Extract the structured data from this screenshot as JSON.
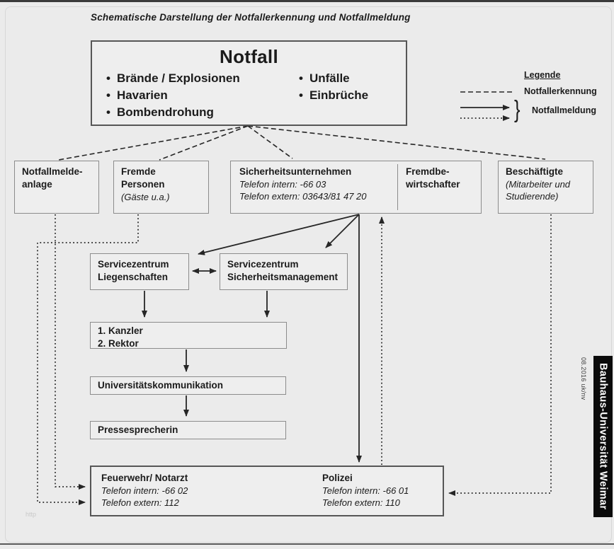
{
  "page": {
    "title": "Schematische Darstellung der Notfallerkennung und Notfallmeldung",
    "watermark": "http",
    "sidebar_note": "08.2016 uk/nv",
    "brand": "Bauhaus-Universität Weimar"
  },
  "notfall": {
    "title": "Notfall",
    "items_left": [
      "Brände / Explosionen",
      "Havarien",
      "Bombendrohung"
    ],
    "items_right": [
      "Unfälle",
      "Einbrüche"
    ]
  },
  "legend": {
    "title": "Legende",
    "dashed_label": "Notfallerkennung",
    "arrows_label": "Notfallmeldung",
    "brace": "}"
  },
  "sources": {
    "box1": {
      "line1": "Notfallmelde-",
      "line2": "anlage"
    },
    "box2": {
      "title": "Fremde Personen",
      "subtitle": "(Gäste u.a.)"
    },
    "box3": {
      "title": "Sicherheitsunternehmen",
      "phone_intern": "Telefon intern: -66 03",
      "phone_extern": "Telefon extern: 03643/81 47 20",
      "right_line1": "Fremdbe-",
      "right_line2": "wirtschafter"
    },
    "box4": {
      "title": "Beschäftigte",
      "sub1": "(Mitarbeiter und",
      "sub2": "Studierende)"
    }
  },
  "chain": {
    "sz1": {
      "line1": "Servicezentrum",
      "line2": "Liegenschaften"
    },
    "sz2": {
      "line1": "Servicezentrum",
      "line2": "Sicherheitsmanagement"
    },
    "leadership": {
      "line1": "1. Kanzler",
      "line2": "2. Rektor"
    },
    "communication": "Universitätskommunikation",
    "press": "Pressesprecherin"
  },
  "emergency": {
    "fire": {
      "title": "Feuerwehr/ Notarzt",
      "intern": "Telefon intern: -66 02",
      "extern": "Telefon extern: 112"
    },
    "police": {
      "title": "Polizei",
      "intern": "Telefon intern: -66 01",
      "extern": "Telefon extern: 110"
    }
  },
  "colors": {
    "background": "#ebebeb",
    "box_fill": "#eeeeee",
    "box_border": "#8c8c8c",
    "strong_border": "#565656",
    "line": "#262626",
    "brand_bg": "#0b0b0b",
    "brand_text": "#ffffff"
  }
}
